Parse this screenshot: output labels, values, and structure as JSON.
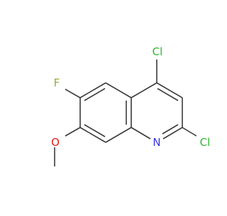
{
  "molecule": {
    "atoms": {
      "cl_top": "Cl",
      "cl_right": "Cl",
      "fluorine": "F",
      "nitrogen": "N",
      "oxygen": "O"
    },
    "colors": {
      "chlorine": "#2fb52f",
      "fluorine": "#8fb13a",
      "nitrogen": "#3636e0",
      "oxygen": "#e51c1c",
      "bond": "#3a3a3a"
    }
  }
}
